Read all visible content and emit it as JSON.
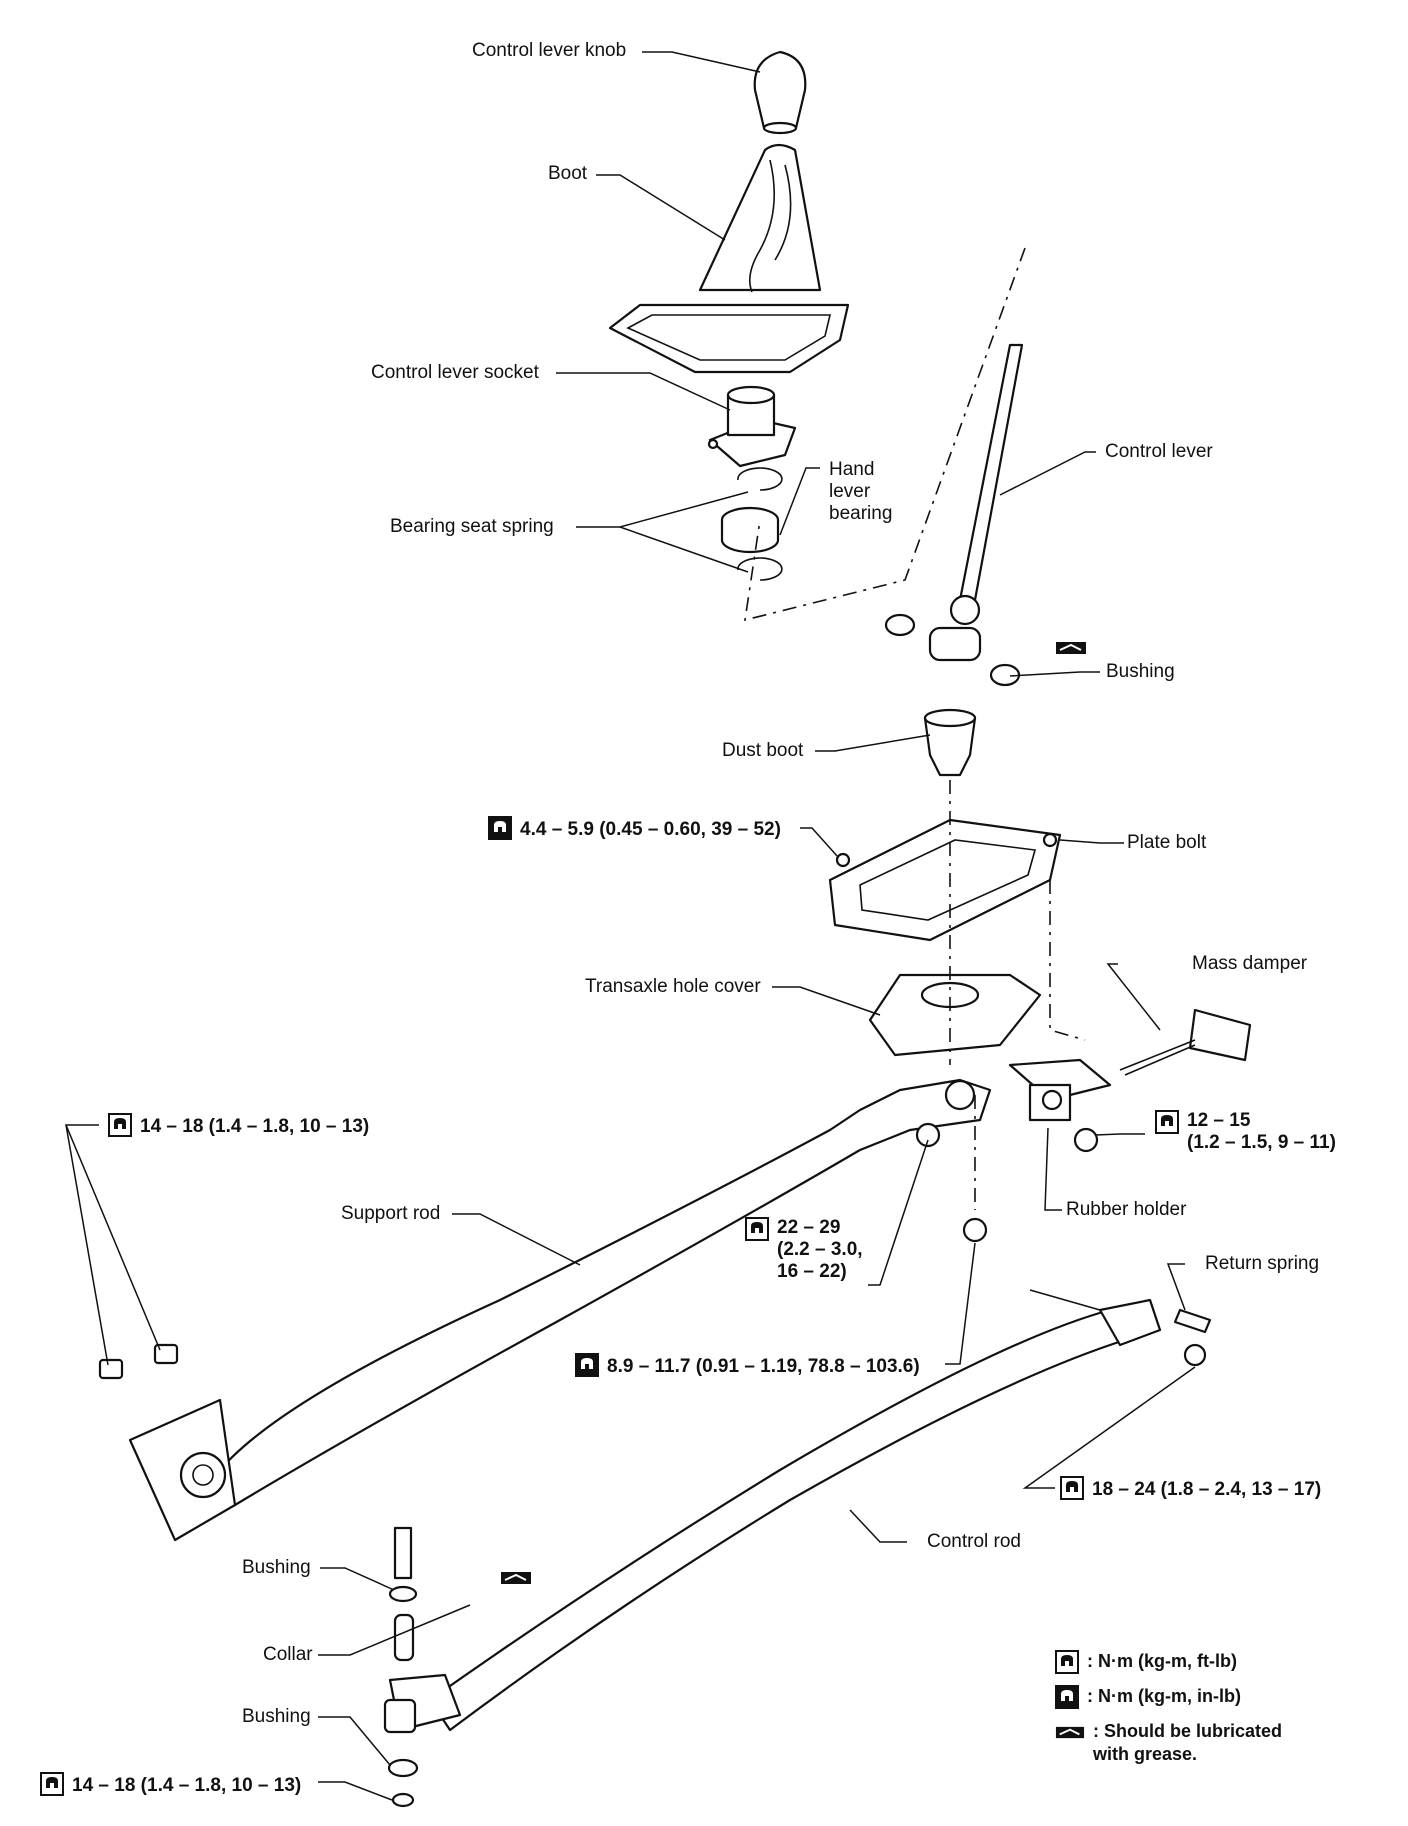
{
  "icons": {
    "torque_ftlb": "torque-wrench-ftlb-icon",
    "torque_inlb": "torque-wrench-inlb-icon",
    "grease": "grease-applicator-icon"
  },
  "labels": {
    "control_lever_knob": "Control lever knob",
    "boot": "Boot",
    "control_lever_socket": "Control lever socket",
    "bearing_seat_spring": "Bearing seat spring",
    "hand_lever_bearing": "Hand\nlever\nbearing",
    "control_lever": "Control lever",
    "bushing_lever": "Bushing",
    "dust_boot": "Dust boot",
    "plate_bolt": "Plate bolt",
    "transaxle_hole_cover": "Transaxle hole cover",
    "mass_damper": "Mass damper",
    "support_rod": "Support rod",
    "rubber_holder": "Rubber holder",
    "return_spring": "Return spring",
    "control_rod": "Control rod",
    "bushing_top": "Bushing",
    "collar": "Collar",
    "bushing_bottom": "Bushing"
  },
  "torques": {
    "plate": "4.4 – 5.9 (0.45 – 0.60, 39 – 52)",
    "support_left": "14 – 18 (1.4 – 1.8, 10 – 13)",
    "holder": "12 – 15\n(1.2 – 1.5, 9 – 11)",
    "support_center": "22 – 29\n(2.2 – 3.0,\n16 – 22)",
    "nut_center": "8.9 – 11.7 (0.91 – 1.19, 78.8 – 103.6)",
    "control_rod_end": "18 – 24 (1.8 – 2.4, 13 – 17)",
    "bottom": "14 – 18 (1.4 – 1.8, 10 – 13)"
  },
  "legend": {
    "ftlb": ": N·m (kg-m, ft-lb)",
    "inlb": ": N·m (kg-m, in-lb)",
    "grease": ": Should be lubricated\nwith grease."
  }
}
